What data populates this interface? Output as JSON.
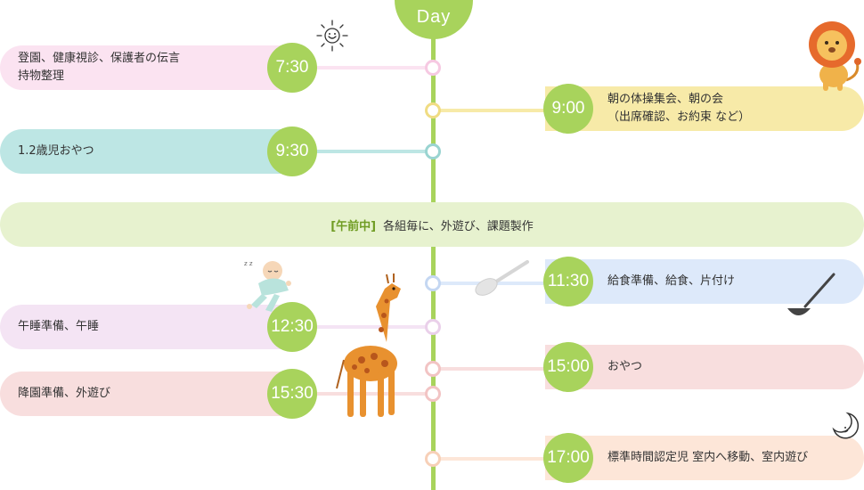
{
  "header": {
    "day_label": "Day"
  },
  "am_band": {
    "tag": "[午前中]",
    "text": "各組毎に、外遊び、課題製作"
  },
  "schedule": [
    {
      "time": "7:30",
      "text": "登園、健康視診、保護者の伝言\n持物整理"
    },
    {
      "time": "9:00",
      "text": "朝の体操集会、朝の会\n（出席確認、お約束 など）"
    },
    {
      "time": "9:30",
      "text": "1.2歳児おやつ"
    },
    {
      "time": "11:30",
      "text": "給食準備、給食、片付け"
    },
    {
      "time": "12:30",
      "text": "午睡準備、午睡"
    },
    {
      "time": "15:00",
      "text": "おやつ"
    },
    {
      "time": "15:30",
      "text": "降園準備、外遊び"
    },
    {
      "time": "17:00",
      "text": "標準時間認定児 室内へ移動、室内遊び"
    }
  ],
  "colors": {
    "accent_green": "#a8d35c",
    "pink": "#fbe3f1",
    "yellow": "#f7eaa8",
    "teal": "#bde6e4",
    "blue": "#dde9fa",
    "lavender": "#f4e4f4",
    "salmon": "#f8dede",
    "peach": "#fde6d8"
  },
  "icons": [
    "sun-icon",
    "lion-icon",
    "baby-icon",
    "spoon-icon",
    "ladle-icon",
    "giraffe-icon",
    "moon-icon"
  ]
}
